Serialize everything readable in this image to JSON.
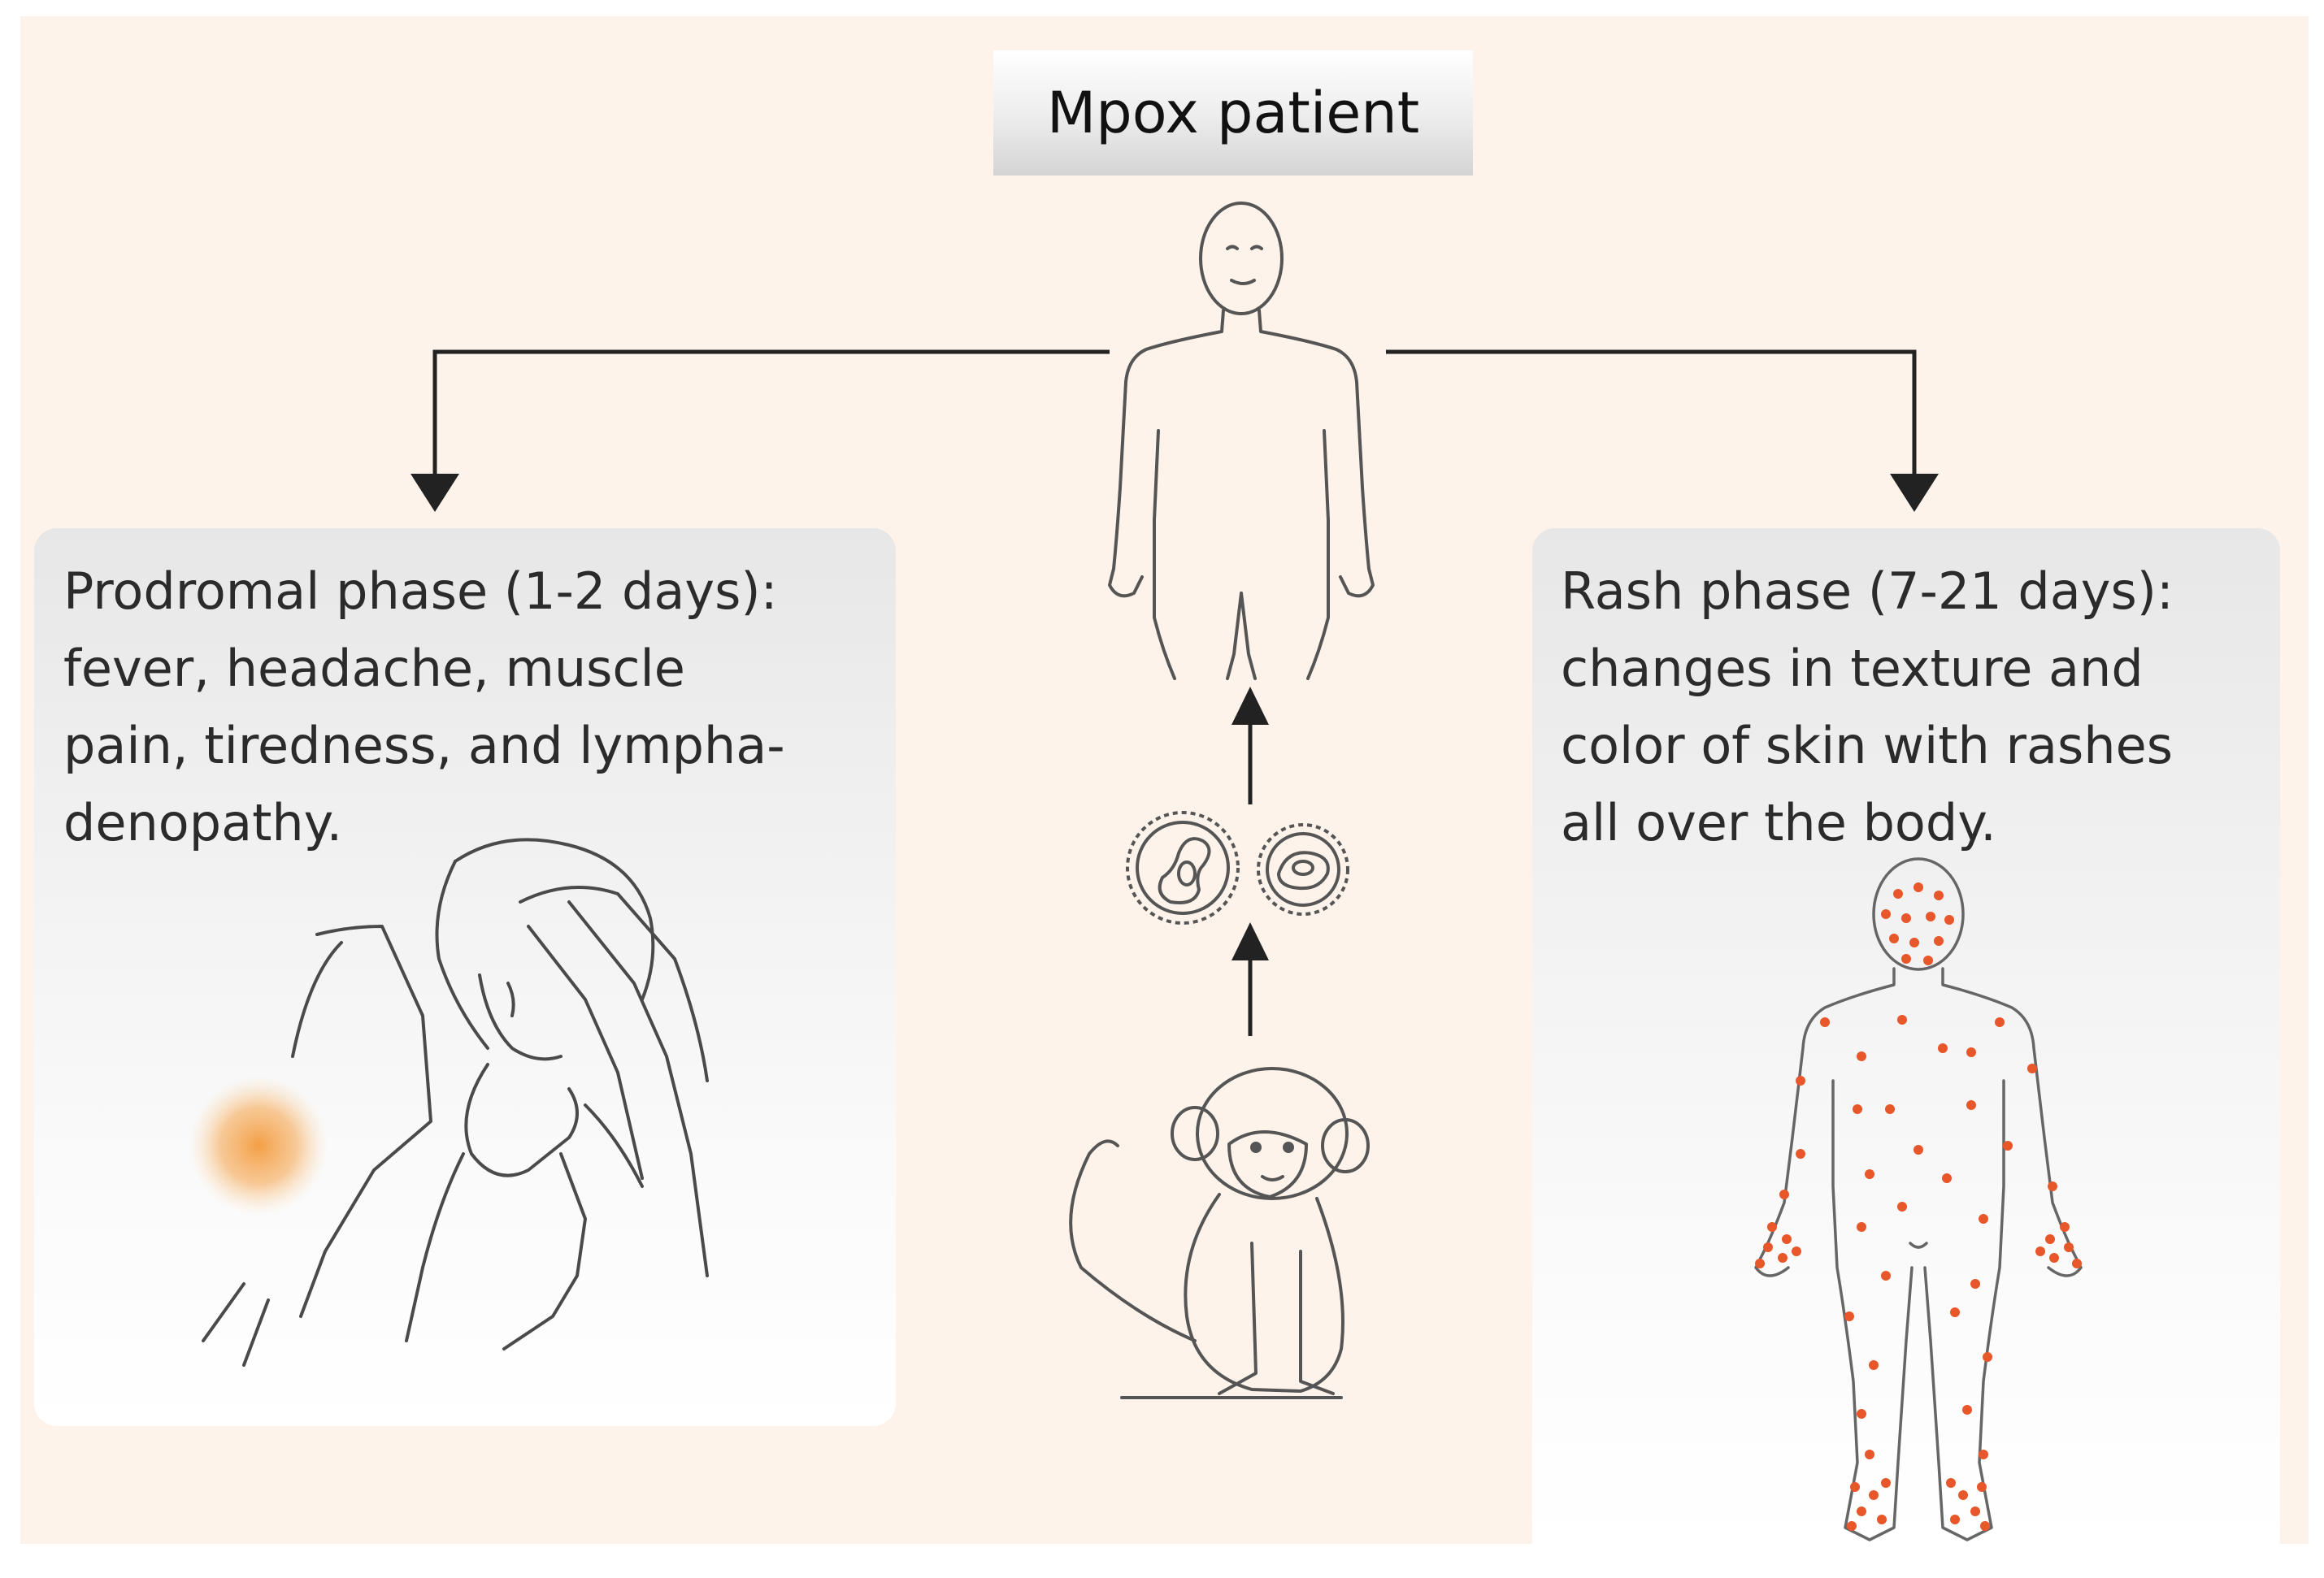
{
  "title": "Mpox patient",
  "prodromal": {
    "lines": [
      "Prodromal phase (1-2 days):",
      "fever, headache, muscle",
      "pain, tiredness, and lympha-",
      "denopathy."
    ]
  },
  "rash": {
    "lines": [
      "Rash phase (7-21 days):",
      "changes in texture and",
      "color of skin with rashes",
      "all over the body."
    ]
  },
  "icons": [
    "human-figure-icon",
    "virus-particle-icon",
    "monkey-icon",
    "sick-person-icon",
    "rash-body-icon"
  ],
  "colors": {
    "background": "#fdf3ea",
    "arrow": "#222222",
    "rash_spot": "#e8572a",
    "inflammation": "#f5a04a"
  }
}
